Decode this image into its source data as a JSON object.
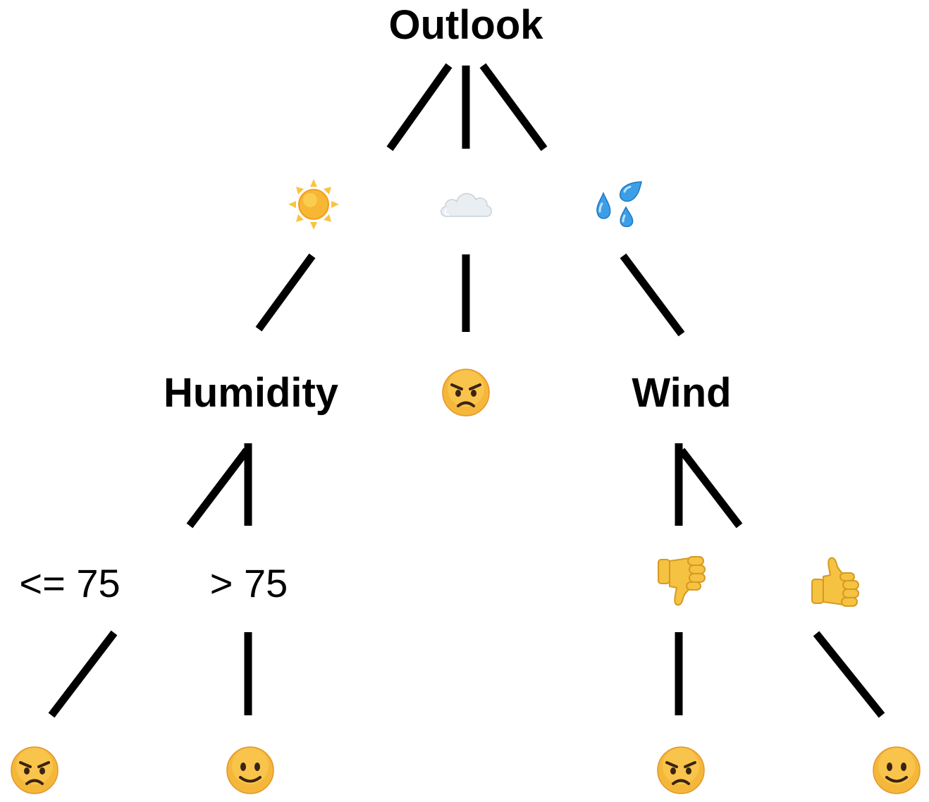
{
  "tree": {
    "root": {
      "label": "Outlook"
    },
    "outlook_branches": [
      {
        "icon": "sun-icon"
      },
      {
        "icon": "cloud-icon"
      },
      {
        "icon": "rain-drops-icon"
      }
    ],
    "humidity": {
      "label": "Humidity",
      "branches": [
        {
          "label": "<= 75",
          "outcome_icon": "angry-face-icon"
        },
        {
          "label": "> 75",
          "outcome_icon": "smiling-face-icon"
        }
      ]
    },
    "overcast_outcome": {
      "icon": "angry-face-icon"
    },
    "wind": {
      "label": "Wind",
      "branches": [
        {
          "icon": "thumbs-down-icon",
          "outcome_icon": "angry-face-icon"
        },
        {
          "icon": "thumbs-up-icon",
          "outcome_icon": "smiling-face-icon"
        }
      ]
    }
  },
  "colors": {
    "edge": "#000000",
    "text": "#000000",
    "background": "#ffffff"
  }
}
